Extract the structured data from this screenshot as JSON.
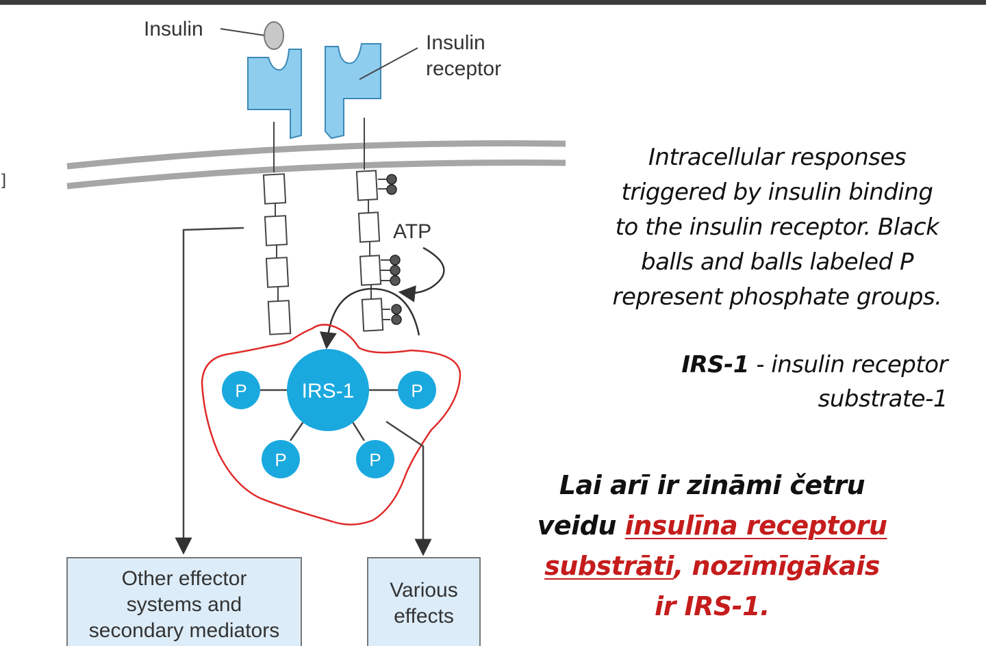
{
  "labels": {
    "insulin": "Insulin",
    "receptor_line1": "Insulin",
    "receptor_line2": "receptor",
    "atp": "ATP",
    "irs": "IRS-1",
    "p": "P",
    "other_line1": "Other effector",
    "other_line2": "systems and",
    "other_line3": "secondary mediators",
    "various_line1": "Various",
    "various_line2": "effects",
    "stray": "]"
  },
  "caption": {
    "line1": "Intracellular responses",
    "line2": "triggered by insulin binding",
    "line3": "to the insulin receptor. Black",
    "line4": "balls and balls labeled P",
    "line5": "represent phosphate groups."
  },
  "irs_definition": {
    "term": "IRS-1",
    "rest_line1": " - insulin receptor",
    "line2": "substrate-1"
  },
  "note": {
    "part1": "Lai arī ir zināmi četru",
    "part2": "veidu ",
    "part3": "insulīna receptoru",
    "part4": "substrāti",
    "part5": ", nozīmīgākais",
    "part6": "ir IRS-1."
  },
  "colors": {
    "receptor": "#8fcdee",
    "receptor_stroke": "#3a88b8",
    "irs": "#1aa9df",
    "highlight": "#e02a2a",
    "box_fill": "#dcecf8",
    "box_stroke": "#777777"
  }
}
